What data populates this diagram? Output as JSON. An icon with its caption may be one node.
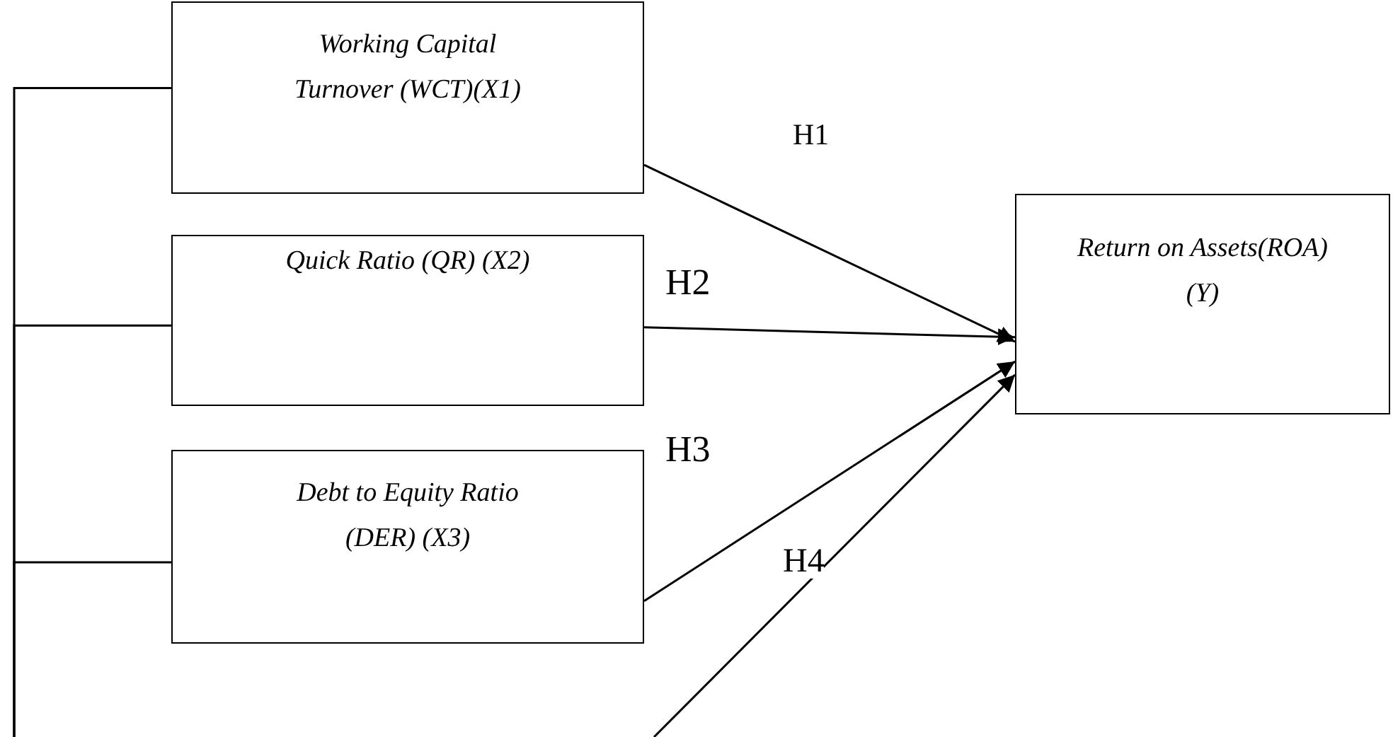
{
  "diagram": {
    "nodes": [
      {
        "text": [
          "Working Capital Turnover (WCT)(X1)"
        ]
      },
      {
        "text": [
          "Quick Ratio (QR) (X2)"
        ]
      },
      {
        "text": [
          "Debt to Equity Ratio (DER) (X3)"
        ]
      },
      {
        "text": [
          "Return on Assets(ROA) (Y)"
        ]
      }
    ],
    "edges": [
      {
        "from": 0,
        "to": 3,
        "arrow": "to",
        "label": "H1"
      },
      {
        "from": 1,
        "to": 3,
        "arrow": "to",
        "label": "H2"
      },
      {
        "from": 2,
        "to": 3,
        "arrow": "to",
        "label": "H3"
      },
      {
        "from": null,
        "to": 3,
        "arrow": "to",
        "label": "H4"
      },
      {
        "from": 0,
        "to": null,
        "arrow": "none"
      },
      {
        "from": 1,
        "to": null,
        "arrow": "none"
      },
      {
        "from": 2,
        "to": null,
        "arrow": "none"
      }
    ]
  }
}
